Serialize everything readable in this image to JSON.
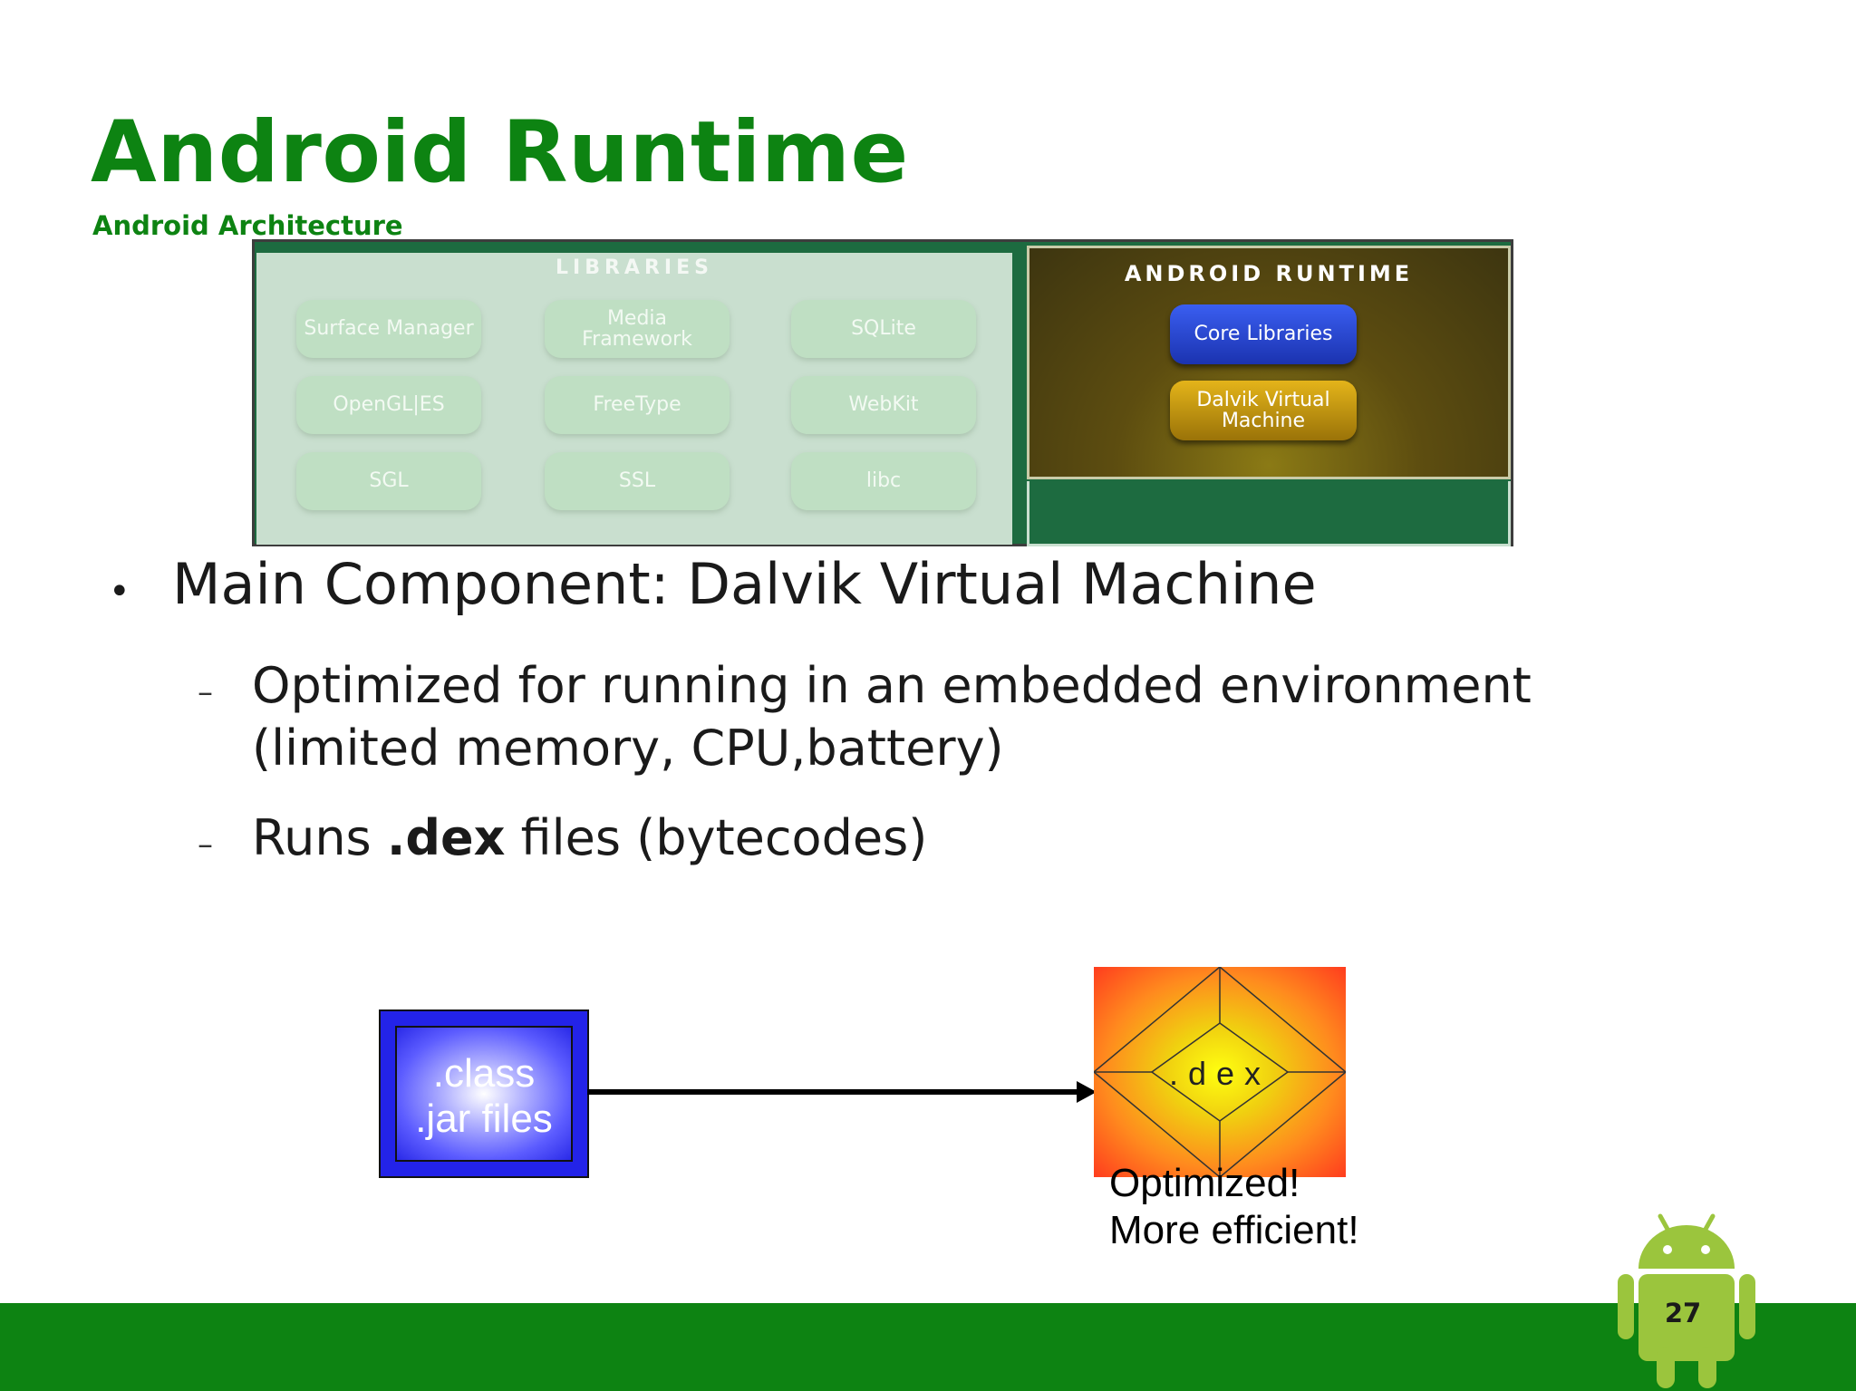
{
  "slide": {
    "title": "Android Runtime",
    "subtitle": "Android Architecture",
    "page_number": "27"
  },
  "architecture": {
    "libraries_label": "Libraries",
    "libraries": [
      "Surface Manager",
      "Media\nFramework",
      "SQLite",
      "OpenGL|ES",
      "FreeType",
      "WebKit",
      "SGL",
      "SSL",
      "libc"
    ],
    "runtime_label": "Android Runtime",
    "runtime_core": "Core Libraries",
    "runtime_vm": "Dalvik Virtual\nMachine"
  },
  "bullets": {
    "main": "Main Component: Dalvik Virtual Machine",
    "sub1": "Optimized for running in an embedded environment (limited memory, CPU,battery)",
    "sub2_prefix": "Runs ",
    "sub2_bold": ".dex",
    "sub2_suffix": " files (bytecodes)"
  },
  "flow": {
    "source_label": ".class\n.jar files",
    "target_label": ".dex",
    "note": "Optimized!\nMore efficient!"
  },
  "colors": {
    "brand_green": "#0d8312",
    "class_blue": "#2323e8",
    "dex_orange": "#ff6a1e"
  }
}
